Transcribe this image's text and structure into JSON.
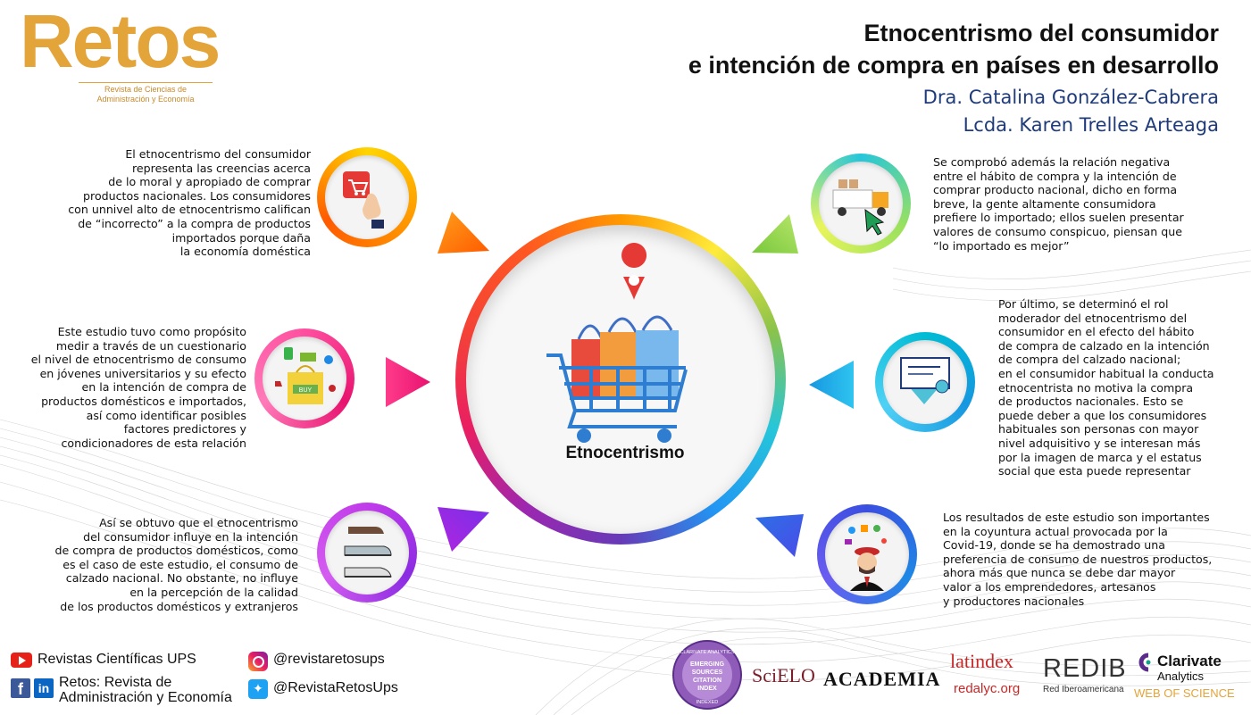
{
  "logo": {
    "word": "Retos",
    "tagline": "Revista de Ciencias de Administración y Economía"
  },
  "title_line1": "Etnocentrismo del consumidor",
  "title_line2": "e intención de compra en países en desarrollo",
  "author1": "Dra. Catalina González-Cabrera",
  "author2": "Lcda. Karen Trelles Arteaga",
  "center_label": "Etnocentrismo",
  "blocks": {
    "b1": "El etnocentrismo del consumidor\nrepresenta las creencias acerca\nde lo moral y apropiado de comprar\nproductos nacionales. Los consumidores\ncon unnivel alto de etnocentrismo califican\nde “incorrecto” a la compra de productos\nimportados porque daña\nla economía doméstica",
    "b2": "Este estudio tuvo como propósito\nmedir a través de un cuestionario\nel nivel de etnocentrismo de consumo\nen jóvenes universitarios y su efecto\nen la intención de compra de\nproductos domésticos e importados,\nasí como identificar posibles\nfactores predictores y\ncondicionadores de esta relación",
    "b3": "Así se obtuvo que el etnocentrismo\ndel consumidor influye en la intención\nde compra de productos domésticos, como\nes el caso de este estudio, el consumo de\ncalzado nacional. No obstante, no influye\nen la percepción de la calidad\nde los productos domésticos y extranjeros",
    "b4": "Se comprobó además la relación negativa\nentre el hábito de compra y la intención de\ncomprar producto nacional, dicho en forma\nbreve, la gente altamente consumidora\nprefiere lo importado; ellos suelen presentar\nvalores de consumo conspicuo, piensan que\n“lo importado es mejor”",
    "b5": "Por último, se determinó el rol\nmoderador del etnocentrismo del\nconsumidor en el efecto del hábito\nde compra de calzado en la intención\nde compra del calzado nacional;\nen el consumidor habitual la conducta\netnocentrista no motiva la compra\nde productos nacionales. Esto se\npuede deber a que los consumidores\nhabituales son personas con mayor\nnivel adquisitivo y se interesan más\npor la imagen de marca y el estatus\nsocial que esta puede representar",
    "b6": "Los resultados de este estudio son importantes\nen la coyuntura actual provocada por la\nCovid-19, donde se ha demostrado una\npreferencia de consumo de nuestros productos,\nahora más que nunca se debe dar mayor\nvalor a los emprendedores, artesanos\ny productores nacionales"
  },
  "icons": {
    "i1": "cart-click-icon",
    "i2": "shopping-bag-icon",
    "i3": "shoes-icon",
    "i4": "truck-cursor-icon",
    "i5": "certificate-icon",
    "i6": "artisan-icon",
    "center": "shopping-cart-icon",
    "pin": "location-pin-icon",
    "buy_tag": "BUY"
  },
  "footer": {
    "youtube": "Revistas Científicas UPS",
    "instagram": "@revistaretosups",
    "fb_line1": "Retos: Revista de",
    "fb_line2": "Administración y Economía",
    "twitter": "@RevistaRetosUps",
    "esci": [
      "CLARIVATE ANALYTICS",
      "EMERGING",
      "SOURCES",
      "CITATION",
      "INDEX",
      "INDEXED"
    ],
    "scielo": "SciELO",
    "academia": "ACADEMIA",
    "latindex": "latindex",
    "redalyc": "redalyc.org",
    "redib": "REDIB",
    "redib_sub": "Red Iberoamericana",
    "clarivate1": "Clarivate",
    "clarivate2": "Analytics",
    "wos": "WEB OF SCIENCE"
  },
  "colors": {
    "logo": "#e3a43a",
    "orange": "#ff7a00",
    "magenta": "#ec1c83",
    "purple": "#9b27d9",
    "green": "#8ed24a",
    "cyan": "#16a9e6",
    "blue": "#3556e0",
    "title_blue": "#1f3b7a"
  }
}
